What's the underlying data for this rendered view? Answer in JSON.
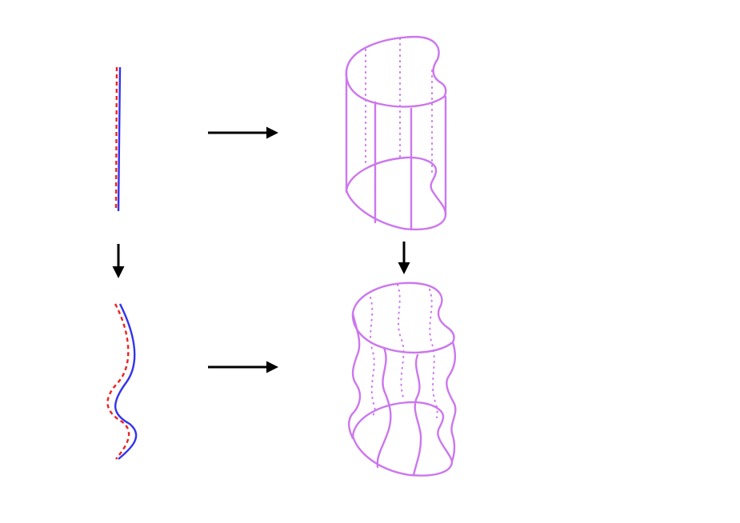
{
  "colors": {
    "solid_line": "#3333ee",
    "dashed_line": "#ee2222",
    "surface": "#cc77ee",
    "arrow": "#000000",
    "background": "#ffffff"
  },
  "panels": [
    {
      "name": "straight-line-pair",
      "role": "one-dimensional"
    },
    {
      "name": "straight-tube",
      "role": "two-dimensional"
    },
    {
      "name": "wavy-line-pair",
      "role": "one-dimensional"
    },
    {
      "name": "wavy-tube",
      "role": "two-dimensional"
    }
  ],
  "arrows": [
    {
      "from": "straight-line-pair",
      "to": "straight-tube",
      "direction": "right"
    },
    {
      "from": "straight-line-pair",
      "to": "wavy-line-pair",
      "direction": "down"
    },
    {
      "from": "straight-tube",
      "to": "wavy-tube",
      "direction": "down"
    },
    {
      "from": "wavy-line-pair",
      "to": "wavy-tube",
      "direction": "right"
    }
  ]
}
